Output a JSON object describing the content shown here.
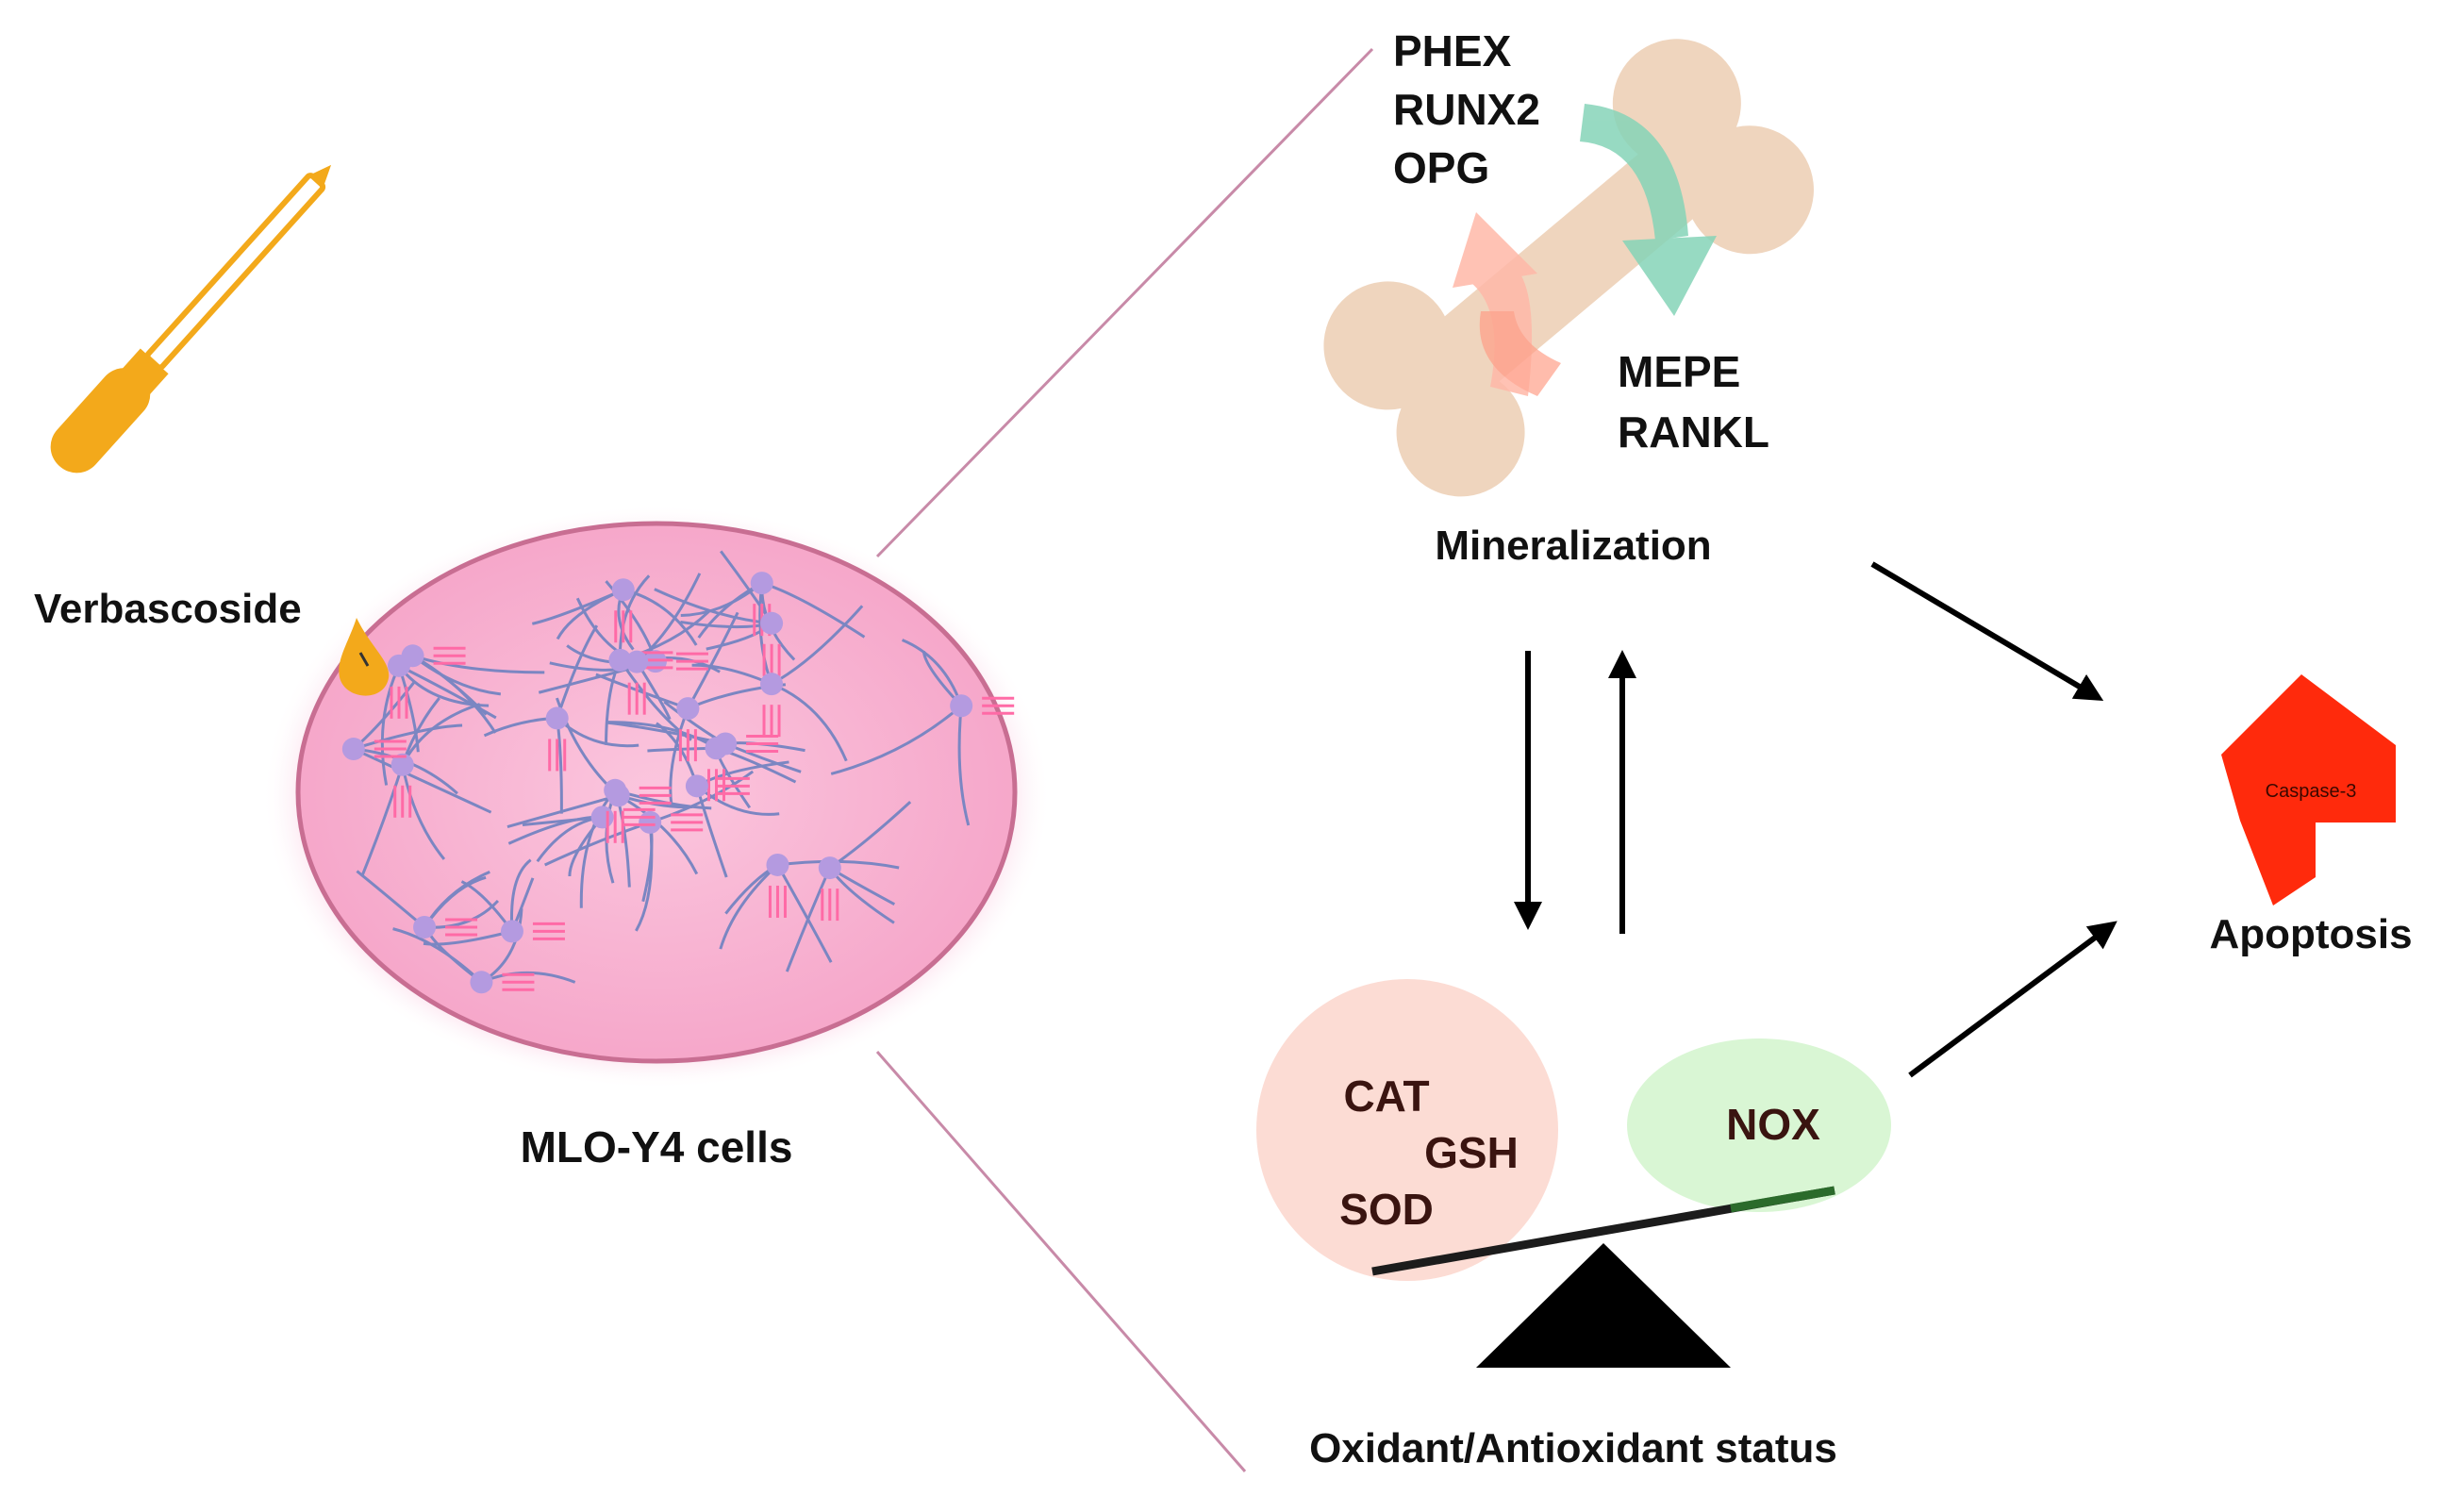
{
  "labels": {
    "verbascoside": "Verbascoside",
    "cells": "MLO-Y4 cells",
    "mineralization": "Mineralization",
    "apoptosis": "Apoptosis",
    "caspase": "Caspase-3",
    "status": "Oxidant/Antioxidant status"
  },
  "upregulated_genes": [
    "PHEX",
    "RUNX2",
    "OPG"
  ],
  "downregulated_genes": [
    "MEPE",
    "RANKL"
  ],
  "antioxidants": [
    "CAT",
    "GSH",
    "SOD"
  ],
  "oxidant": "NOX",
  "colors": {
    "dish": "#f7a8cc",
    "dish_rim": "#c86e92",
    "cell_outline": "#7b86c2",
    "nucleus": "#b49ae0",
    "filament": "#ff6aa6",
    "dropper": "#f3a91b",
    "bone": "#efd5be",
    "up_arrow": "#ffb8a8",
    "down_arrow": "#86d4b8",
    "antioxidant_circle": "#fcdcd4",
    "oxidant_circle": "#d9f6d4",
    "caspase": "#ff2a0c",
    "zoom_line": "#c88aa8"
  }
}
